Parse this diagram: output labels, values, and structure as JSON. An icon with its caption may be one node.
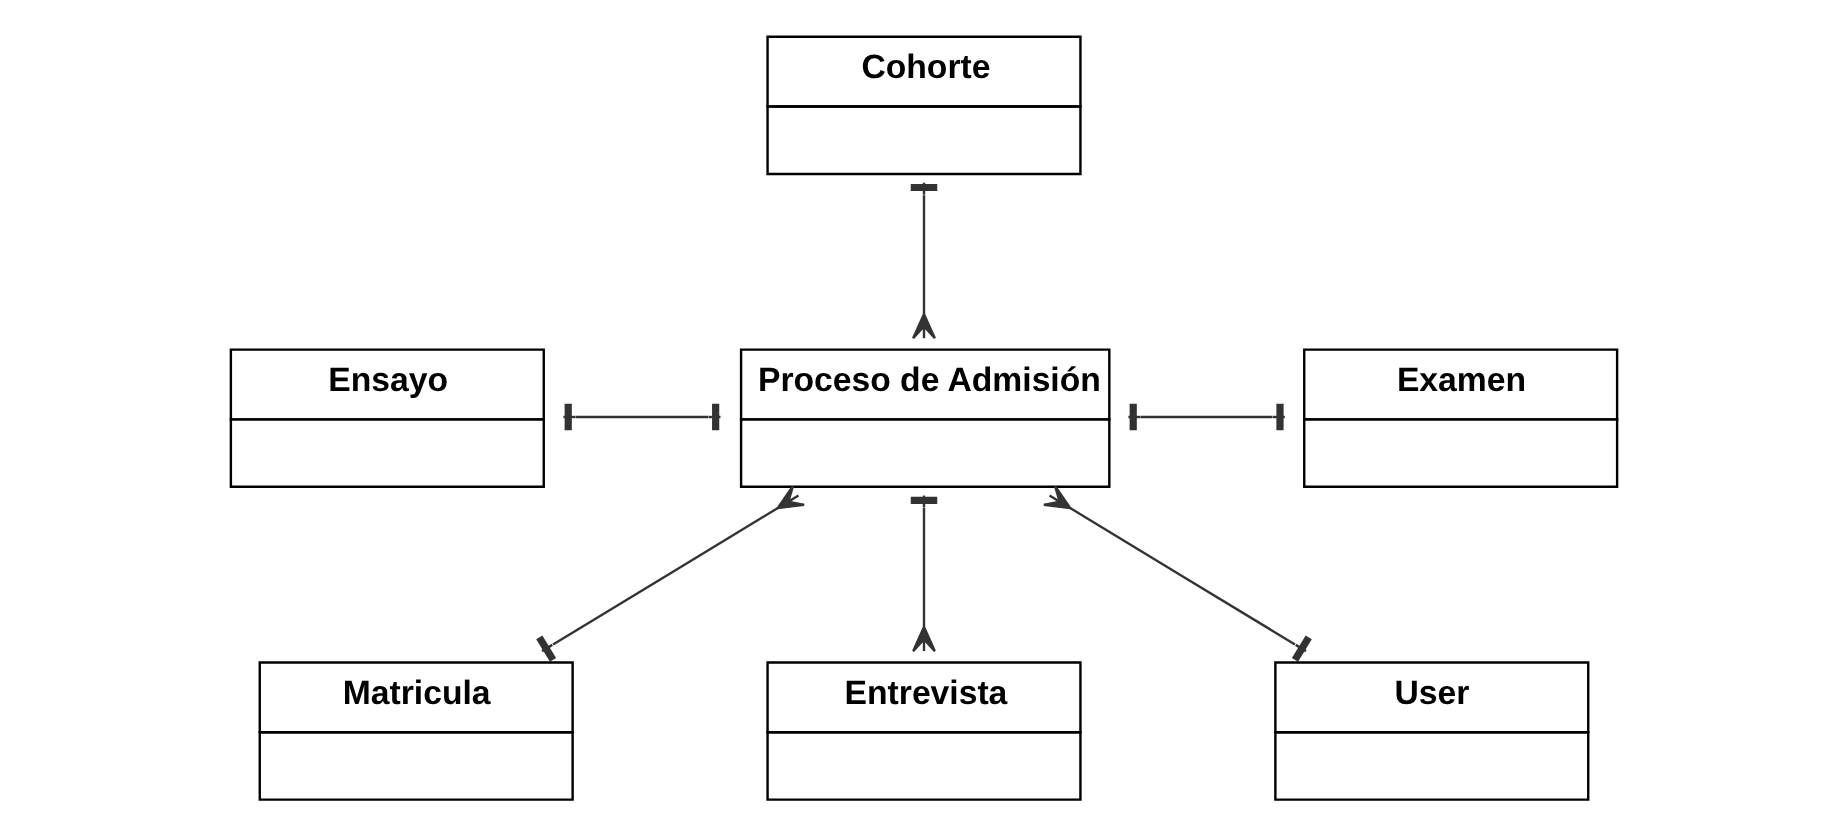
{
  "diagram": {
    "nodes": [
      {
        "text": [
          "Cohorte"
        ]
      },
      {
        "text": [
          "Ensayo"
        ]
      },
      {
        "text": [
          "Proceso de Admisión"
        ]
      },
      {
        "text": [
          "Examen"
        ]
      },
      {
        "text": [
          "Matricula"
        ]
      },
      {
        "text": [
          "Entrevista"
        ]
      },
      {
        "text": [
          "User"
        ]
      }
    ],
    "edges": [
      {
        "from": 0,
        "to": 2,
        "arrow": "other"
      },
      {
        "from": 1,
        "to": 2,
        "arrow": "other"
      },
      {
        "from": 2,
        "to": 3,
        "arrow": "other"
      },
      {
        "from": 2,
        "to": 4,
        "arrow": "other"
      },
      {
        "from": 2,
        "to": 5,
        "arrow": "other"
      },
      {
        "from": 2,
        "to": 6,
        "arrow": "other"
      }
    ]
  }
}
